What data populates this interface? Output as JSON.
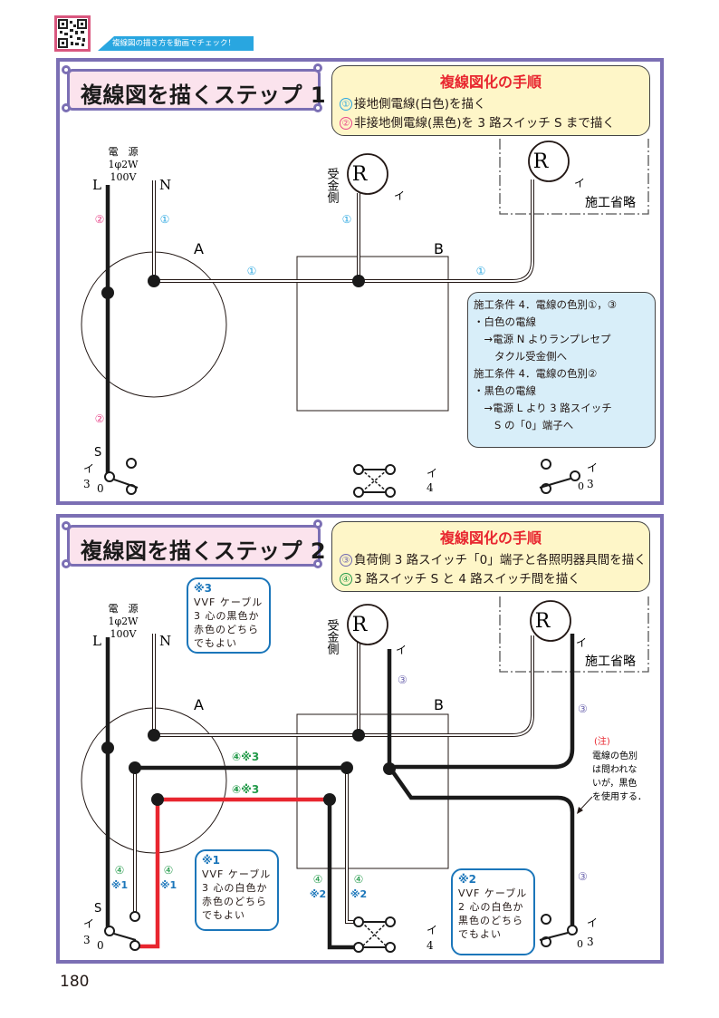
{
  "header": {
    "qr_icon": "qr-code-icon",
    "video_banner": "複線図の描き方を動画でチェック！"
  },
  "colors": {
    "panel_border": "#7b6fb4",
    "title_bg": "#fbe3ed",
    "procedure_bg": "#fef6c8",
    "procedure_title": "#e8262f",
    "note_bg": "#d8eef9",
    "cable_note_border": "#1b76ba",
    "wire_white_label": "#29a6e0",
    "wire_black_label": "#e8468a",
    "wire_load_label": "#6f68b0",
    "wire_switch_label": "#239a4a",
    "wire_red": "#e8262f",
    "wire_black": "#1a1a1a"
  },
  "step1": {
    "title": "複線図を描くステップ 1",
    "procedure": {
      "title": "複線図化の手順",
      "steps": [
        {
          "num": "①",
          "text": "接地側電線(白色)を描く"
        },
        {
          "num": "②",
          "text": "非接地側電線(黒色)を 3 路スイッチ S まで描く"
        }
      ]
    },
    "diagram": {
      "power_label_1": "電　源",
      "power_label_2": "1φ2W",
      "power_label_3": "100V",
      "l_label": "L",
      "n_label": "N",
      "box_a": "A",
      "box_b": "B",
      "receptacle_side": "受金側",
      "lamp_symbol": "R",
      "lamp_i": "イ",
      "omitted": "施工省略",
      "wire_labels": [
        "①",
        "①",
        "①",
        "①",
        "②",
        "②"
      ],
      "switch_s": "S",
      "switch_3way_i": "イ",
      "switch_3way_num": "3",
      "switch_0": "0",
      "switch_4way_i": "イ",
      "switch_4way_num": "4"
    },
    "note": {
      "lines": [
        "施工条件 4．電線の色別①，③",
        "・白色の電線",
        "　→電源 N よりランプレセプ",
        "　　タクル受金側へ",
        "施工条件 4．電線の色別②",
        "・黒色の電線",
        "　→電源 L より 3 路スイッチ",
        "　　S の「0」端子へ"
      ]
    }
  },
  "step2": {
    "title": "複線図を描くステップ 2",
    "procedure": {
      "title": "複線図化の手順",
      "steps": [
        {
          "num": "③",
          "text": "負荷側 3 路スイッチ「0」端子と各照明器具間を描く"
        },
        {
          "num": "④",
          "text": "3 路スイッチ S と 4 路スイッチ間を描く"
        }
      ]
    },
    "diagram": {
      "power_label_1": "電　源",
      "power_label_2": "1φ2W",
      "power_label_3": "100V",
      "l_label": "L",
      "n_label": "N",
      "box_a": "A",
      "box_b": "B",
      "receptacle_side": "受金側",
      "lamp_symbol": "R",
      "lamp_i": "イ",
      "omitted": "施工省略",
      "load_labels": [
        "③",
        "③",
        "③"
      ],
      "switch_labels": [
        "④※3",
        "④※3"
      ],
      "s1_labels": [
        {
          "num": "④",
          "ref": "※1"
        },
        {
          "num": "④",
          "ref": "※1"
        }
      ],
      "s2_labels": [
        {
          "num": "④",
          "ref": "※2"
        },
        {
          "num": "④",
          "ref": "※2"
        }
      ],
      "switch_s": "S",
      "switch_3way_i": "イ",
      "switch_3way_num": "3",
      "switch_0": "0",
      "switch_4way_i": "イ",
      "switch_4way_num": "4"
    },
    "cable_notes": [
      {
        "id": "※3",
        "lines": [
          "VVF ケーブル",
          "3 心の黒色か",
          "赤色のどちら",
          "でもよい"
        ]
      },
      {
        "id": "※1",
        "lines": [
          "VVF ケーブル",
          "3 心の白色か",
          "赤色のどちら",
          "でもよい"
        ]
      },
      {
        "id": "※2",
        "lines": [
          "VVF ケーブル",
          "2 心の白色か",
          "黒色のどちら",
          "でもよい"
        ]
      }
    ],
    "caution": {
      "title": "(注)",
      "lines": [
        "電線の色別",
        "は問われな",
        "いが，黒色",
        "を使用する．"
      ]
    }
  },
  "footer": {
    "page_number": "180"
  }
}
